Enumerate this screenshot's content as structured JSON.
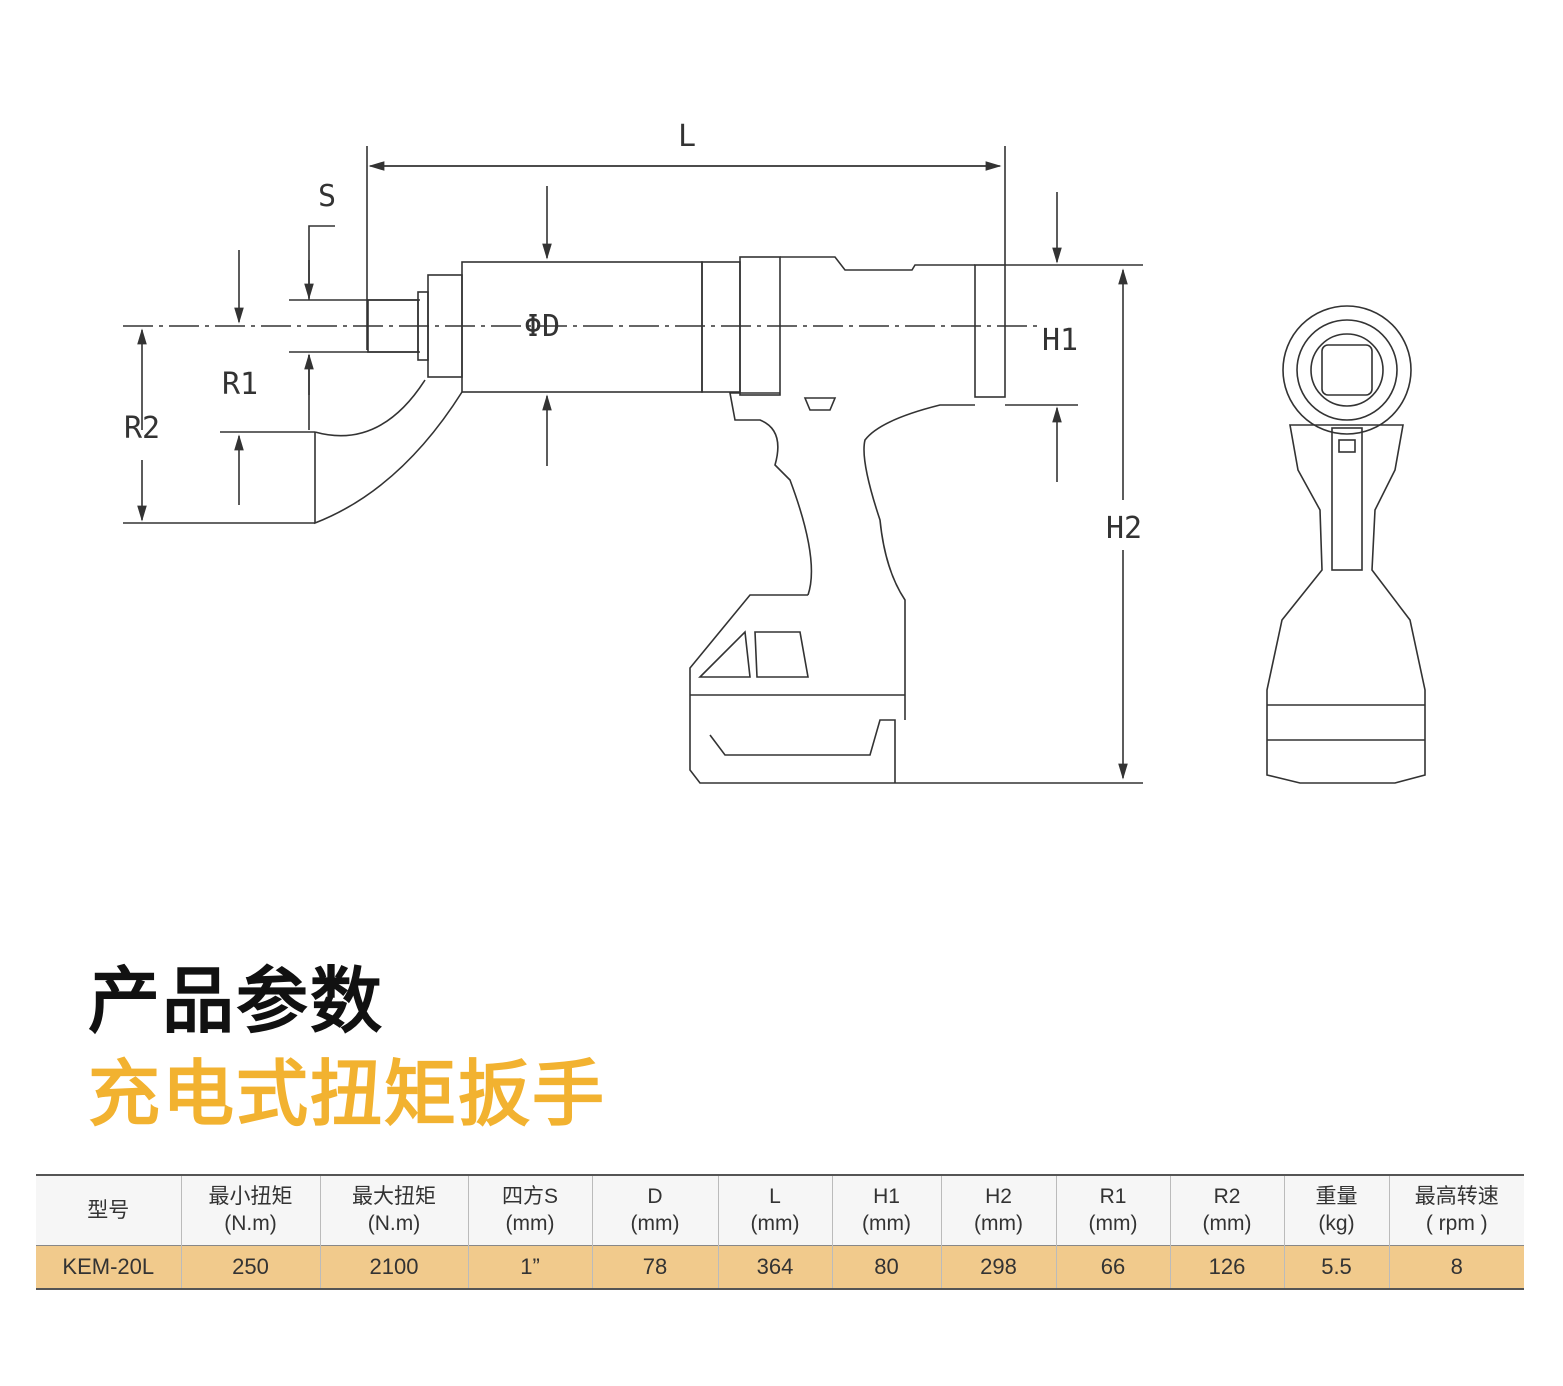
{
  "drawing": {
    "labels": {
      "L": "L",
      "S": "S",
      "D": "ΦD",
      "H1": "H1",
      "H2": "H2",
      "R1": "R1",
      "R2": "R2"
    }
  },
  "title": "产品参数",
  "subtitle": "充电式扭矩扳手",
  "table": {
    "headers": [
      {
        "line1": "型号",
        "line2": ""
      },
      {
        "line1": "最小扭矩",
        "line2": "(N.m)"
      },
      {
        "line1": "最大扭矩",
        "line2": "(N.m)"
      },
      {
        "line1": "四方S",
        "line2": "(mm)"
      },
      {
        "line1": "D",
        "line2": "(mm)"
      },
      {
        "line1": "L",
        "line2": "(mm)"
      },
      {
        "line1": "H1",
        "line2": "(mm)"
      },
      {
        "line1": "H2",
        "line2": "(mm)"
      },
      {
        "line1": "R1",
        "line2": "(mm)"
      },
      {
        "line1": "R2",
        "line2": "(mm)"
      },
      {
        "line1": "重量",
        "line2": "(kg)"
      },
      {
        "line1": "最高转速",
        "line2": "( rpm )"
      }
    ],
    "rows": [
      [
        "KEM-20L",
        "250",
        "2100",
        "1”",
        "78",
        "364",
        "80",
        "298",
        "66",
        "126",
        "5.5",
        "8"
      ]
    ]
  }
}
